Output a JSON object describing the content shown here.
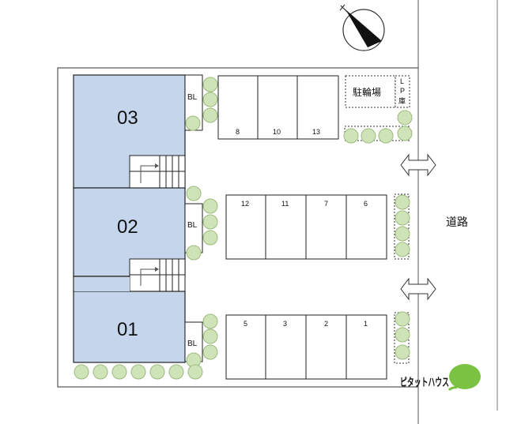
{
  "units": [
    {
      "label": "03",
      "bl": "BL"
    },
    {
      "label": "02",
      "bl": "BL"
    },
    {
      "label": "01",
      "bl": "BL"
    }
  ],
  "parking_rows": [
    [
      "8",
      "10",
      "13"
    ],
    [
      "12",
      "11",
      "7",
      "6"
    ],
    [
      "5",
      "3",
      "2",
      "1"
    ]
  ],
  "bicycle_parking": "駐輪場",
  "lp_storage": [
    "L",
    "P",
    "庫"
  ],
  "road": "道路",
  "brand": "ピタットハウス",
  "colors": {
    "unit_fill": "#c5d6ec",
    "tree_fill": "#cfe3b8",
    "tree_stroke": "#9dbb7d",
    "brand_green": "#7cc242",
    "line": "#222222"
  },
  "icons": [
    "compass-icon",
    "arrow-double-icon",
    "stairs-icon",
    "tree-icon",
    "brand-logo-icon"
  ]
}
